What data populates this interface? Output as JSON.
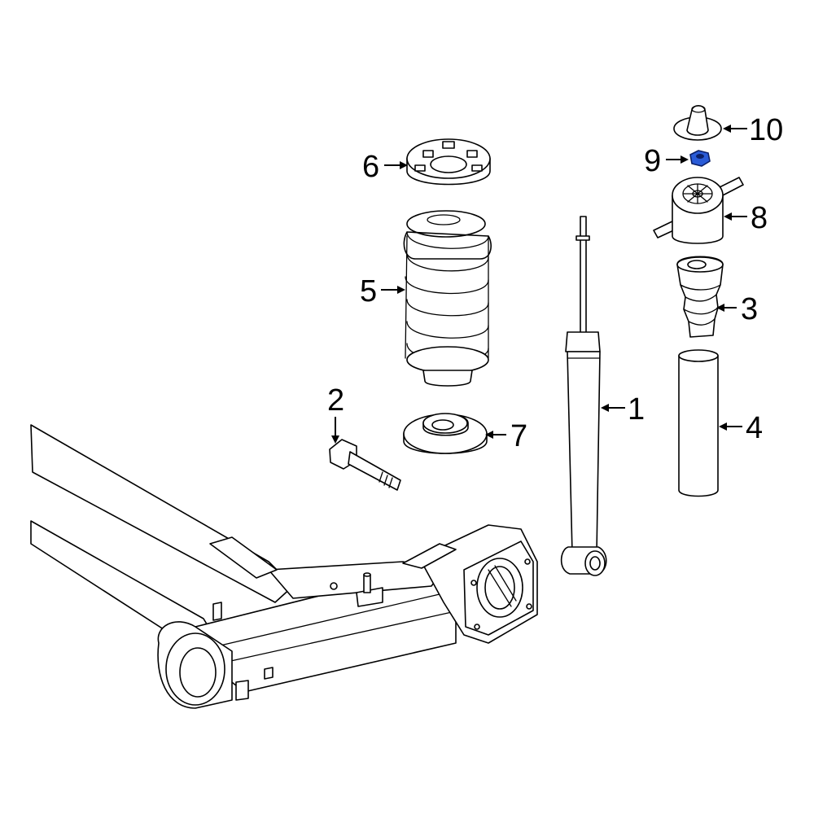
{
  "callouts": [
    {
      "id": "1",
      "label": "1"
    },
    {
      "id": "2",
      "label": "2"
    },
    {
      "id": "3",
      "label": "3"
    },
    {
      "id": "4",
      "label": "4"
    },
    {
      "id": "5",
      "label": "5"
    },
    {
      "id": "6",
      "label": "6"
    },
    {
      "id": "7",
      "label": "7"
    },
    {
      "id": "8",
      "label": "8"
    },
    {
      "id": "9",
      "label": "9"
    },
    {
      "id": "10",
      "label": "10"
    }
  ],
  "colors": {
    "line": "#000000",
    "background": "#ffffff",
    "highlight": "#2a5bd7"
  }
}
